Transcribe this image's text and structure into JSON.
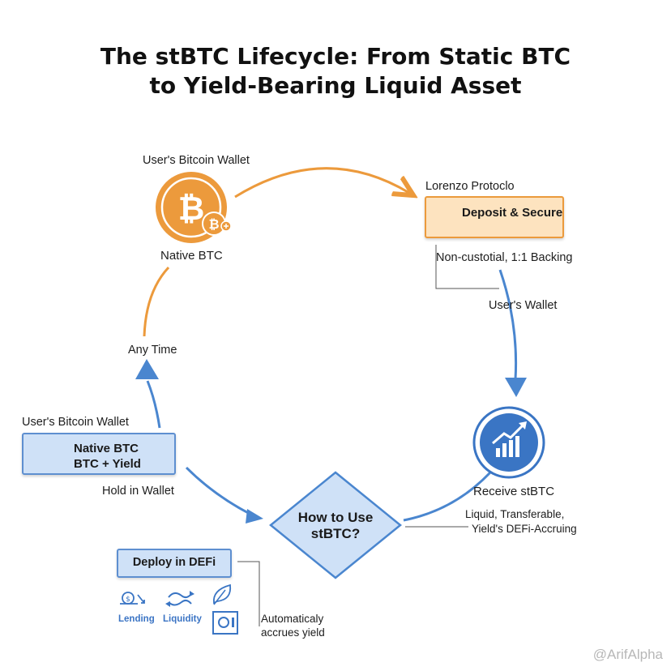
{
  "title": {
    "line1": "The stBTC Lifecycle: From Static BTC",
    "line2": "to Yield-Bearing Liquid Asset"
  },
  "nodes": {
    "native_btc": {
      "caption": "User's Bitcoin Wallet",
      "label": "Native BTC"
    },
    "protocol": {
      "caption": "Lorenzo Protoclo",
      "box_label": "Deposit & Secure",
      "note": "Non-custotial, 1:1 Backing"
    },
    "users_wallet": "User's Wallet",
    "receive": {
      "label": "Receive stBTC",
      "note_line1": "Liquid, Transferable,",
      "note_line2": "Yield's DEFi-Accruing"
    },
    "decision": {
      "line1": "How to Use",
      "line2": "stBTC?"
    },
    "hold": {
      "caption": "User's Bitcoin Wallet",
      "line1": "Native BTC",
      "line2": "BTC + Yield",
      "label": "Hold in Wallet"
    },
    "any_time": "Any Time",
    "defi": {
      "box_label": "Deploy in DEFi",
      "items": [
        "Lending",
        "Liquidity"
      ],
      "note_line1": "Automaticaly",
      "note_line2": "accrues yield"
    }
  },
  "icons": [
    "bitcoin-icon",
    "lock-icon",
    "trending-up-icon",
    "refresh-icon",
    "lending-icon",
    "liquidity-icon",
    "leaf-icon",
    "vault-icon"
  ],
  "colors": {
    "orange": "#ec9a3c",
    "blue": "#4a86cf",
    "light_blue": "#cfe1f7",
    "light_orange": "#fde3bf"
  },
  "watermark": "@ArifAlpha"
}
